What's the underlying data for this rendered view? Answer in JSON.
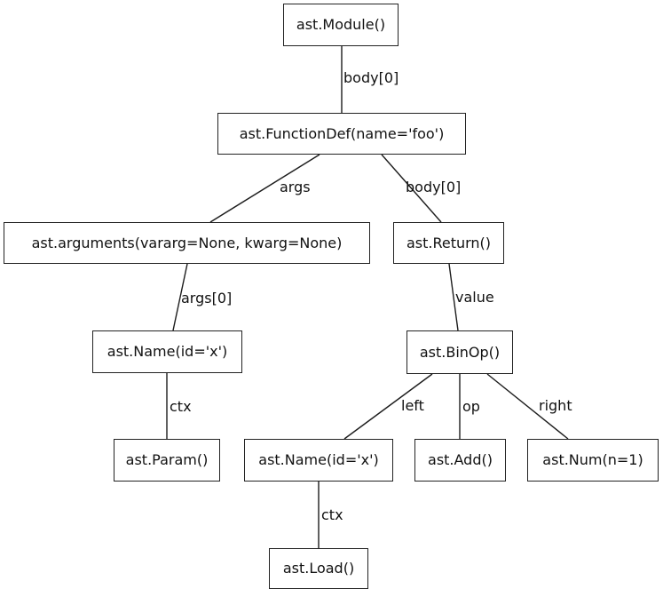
{
  "diagram": {
    "kind": "tree",
    "description": "Python abstract syntax tree (AST) node diagram",
    "background_color": "#ffffff",
    "node_border_color": "#222222",
    "edge_color": "#1c1c1c",
    "text_color": "#111111",
    "nodes": [
      {
        "id": 0,
        "label": "ast.Module()"
      },
      {
        "id": 1,
        "label": "ast.FunctionDef(name='foo')"
      },
      {
        "id": 2,
        "label": "ast.arguments(vararg=None, kwarg=None)"
      },
      {
        "id": 3,
        "label": "ast.Return()"
      },
      {
        "id": 4,
        "label": "ast.Name(id='x')"
      },
      {
        "id": 5,
        "label": "ast.BinOp()"
      },
      {
        "id": 6,
        "label": "ast.Param()"
      },
      {
        "id": 7,
        "label": "ast.Name(id='x')"
      },
      {
        "id": 8,
        "label": "ast.Add()"
      },
      {
        "id": 9,
        "label": "ast.Num(n=1)"
      },
      {
        "id": 10,
        "label": "ast.Load()"
      }
    ],
    "edges": [
      {
        "from": 0,
        "to": 1,
        "label": "body[0]"
      },
      {
        "from": 1,
        "to": 2,
        "label": "args"
      },
      {
        "from": 1,
        "to": 3,
        "label": "body[0]"
      },
      {
        "from": 2,
        "to": 4,
        "label": "args[0]"
      },
      {
        "from": 3,
        "to": 5,
        "label": "value"
      },
      {
        "from": 4,
        "to": 6,
        "label": "ctx"
      },
      {
        "from": 5,
        "to": 7,
        "label": "left"
      },
      {
        "from": 5,
        "to": 8,
        "label": "op"
      },
      {
        "from": 5,
        "to": 9,
        "label": "right"
      },
      {
        "from": 7,
        "to": 10,
        "label": "ctx"
      }
    ]
  }
}
